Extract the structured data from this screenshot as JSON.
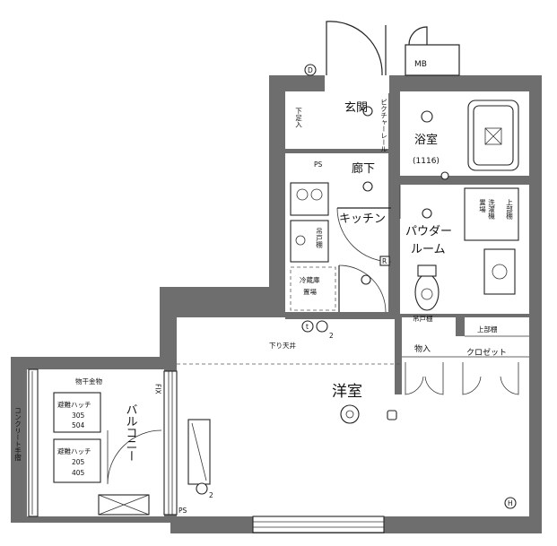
{
  "rooms": {
    "entrance": "玄関",
    "bath": "浴室",
    "bath_size": "(1116)",
    "hallway": "廊下",
    "kitchen": "キッチン",
    "powder_room_1": "パウダー",
    "powder_room_2": "ルーム",
    "western_room": "洋室",
    "balcony": "バルコニー"
  },
  "labels": {
    "mb": "MB",
    "ps_top": "PS",
    "ps_bottom": "PS",
    "shoe_box": "下足入",
    "picture_rail": "ピクチャーレール",
    "fridge_1": "冷蔵庫",
    "fridge_2": "置場",
    "hanging_cabinet": "吊戸棚",
    "hanging_shelf": "吊戸棚",
    "laundry_1": "洗濯機",
    "laundry_2": "置場",
    "upper_cabinet_small": "上部棚",
    "upper_cabinet": "上部棚",
    "storage": "物入",
    "closet": "クロゼット",
    "lowered_ceiling": "下り天井",
    "laundry_hardware": "物干金物",
    "fix_window": "FIX",
    "concrete_railing": "コンクリート手摺",
    "hatch_top_1": "避難ハッチ",
    "hatch_top_2": "305",
    "hatch_top_3": "504",
    "hatch_bot_1": "避難ハッチ",
    "hatch_bot_2": "205",
    "hatch_bot_3": "405"
  },
  "symbols": {
    "d_mark": "D",
    "r_mark": "R",
    "h_mark": "H",
    "t_mark": "t",
    "sub_2a": "2",
    "sub_2b": "2"
  }
}
